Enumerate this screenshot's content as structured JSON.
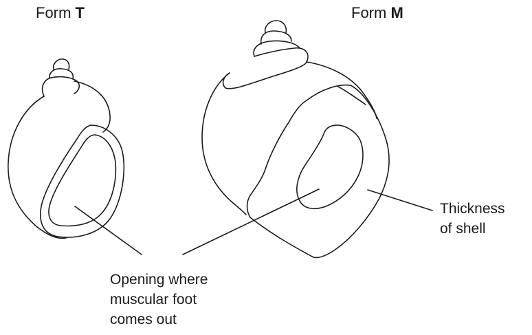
{
  "titles": {
    "form_t": {
      "prefix": "Form ",
      "letter": "T"
    },
    "form_m": {
      "prefix": "Form ",
      "letter": "M"
    }
  },
  "labels": {
    "opening": [
      "Opening where",
      "muscular foot",
      "comes out"
    ],
    "thickness": [
      "Thickness",
      "of shell"
    ]
  }
}
